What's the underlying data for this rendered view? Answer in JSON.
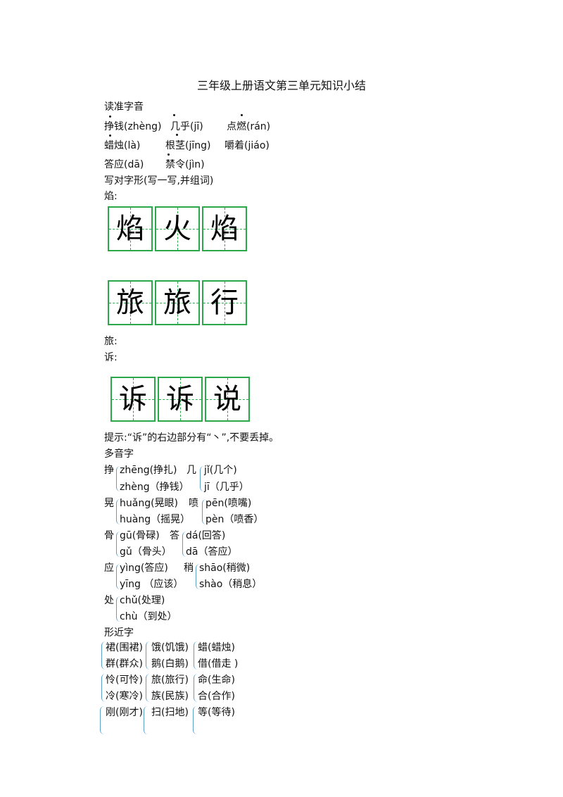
{
  "title": "三年级上册语文第三单元知识小结",
  "sections": {
    "read": "读准字音",
    "write": "写对字形(写一写,并组词)",
    "poly": "多音字",
    "similar": "形近字"
  },
  "pronunciations": [
    {
      "text": "挣钱(zhèng)"
    },
    {
      "text": "几乎(jī)"
    },
    {
      "text": "点燃(rán)"
    },
    {
      "text": "蜡烛(là)"
    },
    {
      "text": "根茎(jīng)"
    },
    {
      "text": "嚼着(jiáo)"
    },
    {
      "text": "答应(dā)"
    },
    {
      "text": "禁令(jìn)"
    }
  ],
  "write_labels": {
    "yan": "焰:",
    "lv": "旅:",
    "su": "诉:"
  },
  "grids": {
    "yan": [
      "焰",
      "火",
      "焰"
    ],
    "lv": [
      "旅",
      "旅",
      "行"
    ],
    "su": [
      "诉",
      "诉",
      "说"
    ]
  },
  "hint": "提示:“诉”的右边部分有“丶”,不要丢掉。",
  "polyphones": [
    {
      "char": "挣",
      "a": "zhēng(挣扎)",
      "b": "zhèng（挣钱）"
    },
    {
      "char": "几",
      "a": "jǐ(几个)",
      "b": "jī（几乎）"
    },
    {
      "char": "晃",
      "a": "huǎng(晃眼)",
      "b": "huàng（摇晃）"
    },
    {
      "char": "喷",
      "a": "pēn(喷嘴)",
      "b": "pèn（喷香）"
    },
    {
      "char": "骨",
      "a": "gū(骨碌)",
      "b": "gǔ（骨头）"
    },
    {
      "char": "答",
      "a": "dá(回答)",
      "b": "dā（答应）"
    },
    {
      "char": "应",
      "a": "yìng(答应)",
      "b": "yīng （应该）"
    },
    {
      "char": "稍",
      "a": "shāo(稍微)",
      "b": "shào（稍息）"
    },
    {
      "char": "处",
      "a": "chǔ(处理)",
      "b": "chù（到处）"
    }
  ],
  "similar_chars": [
    [
      "裙(围裙)",
      "群(群众)"
    ],
    [
      "饿(饥饿)",
      "鹅(白鹅)"
    ],
    [
      "蜡(蜡烛)",
      "借(借走 )"
    ],
    [
      "怜(可怜)",
      "冷(寒冷)"
    ],
    [
      "旅(旅行)",
      "族(民族)"
    ],
    [
      "命(生命)",
      "合(合作)"
    ],
    [
      "刚(刚才)",
      ""
    ],
    [
      "扫(扫地)",
      ""
    ],
    [
      "等(等待)",
      ""
    ]
  ]
}
